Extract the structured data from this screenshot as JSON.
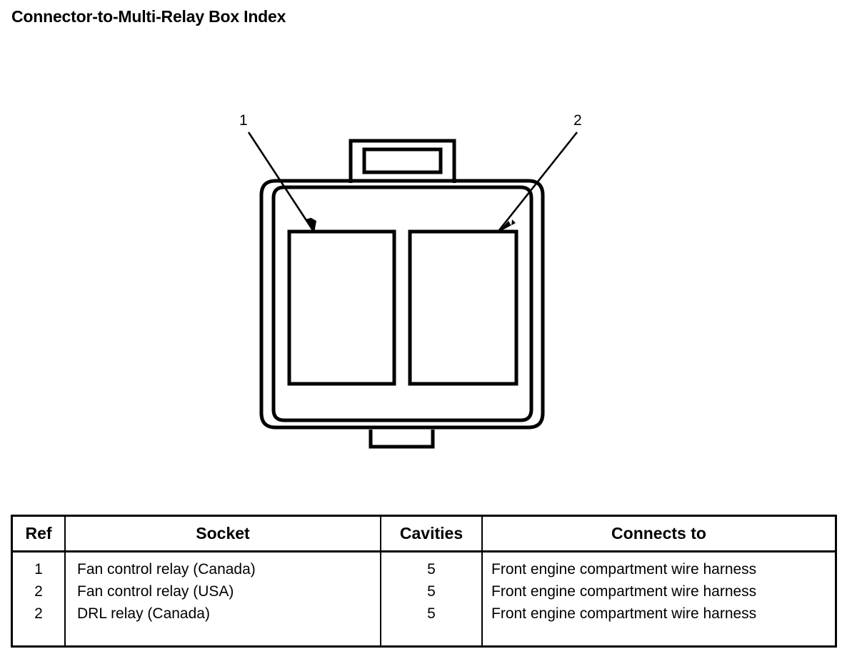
{
  "page": {
    "title": "Connector-to-Multi-Relay Box Index"
  },
  "diagram": {
    "name": "multi-relay-box-connector",
    "description": "Front view of a two-cavity relay box connector housing with top and bottom locking tabs",
    "callouts": [
      {
        "number": "1",
        "points_to": "left-socket-cavity"
      },
      {
        "number": "2",
        "points_to": "right-socket-cavity"
      }
    ],
    "parts": [
      "top-locking-tab",
      "outer-housing",
      "inner-housing",
      "left-socket-cavity",
      "right-socket-cavity",
      "bottom-locking-tab"
    ]
  },
  "table": {
    "headers": {
      "ref": "Ref",
      "socket": "Socket",
      "cavities": "Cavities",
      "connects_to": "Connects to"
    },
    "rows": [
      {
        "ref": "1",
        "socket": "Fan control relay (Canada)",
        "cavities": "5",
        "connects_to": "Front engine compartment wire harness"
      },
      {
        "ref": "2",
        "socket": "Fan control relay (USA)",
        "cavities": "5",
        "connects_to": "Front engine compartment wire harness"
      },
      {
        "ref": "2",
        "socket": "DRL relay (Canada)",
        "cavities": "5",
        "connects_to": "Front engine compartment wire harness"
      }
    ]
  },
  "colors": {
    "ink": "#000000",
    "paper": "#ffffff"
  }
}
